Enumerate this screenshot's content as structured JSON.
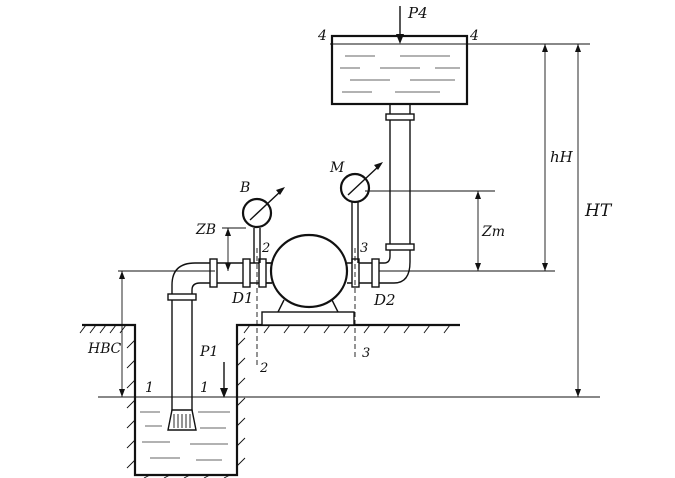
{
  "labels": {
    "p4": "P4",
    "tank_left": "4",
    "tank_right": "4",
    "gauge_b": "B",
    "gauge_m": "M",
    "z_b": "ZB",
    "z_m": "Zm",
    "h_n": "hН",
    "h_t": "HT",
    "h_bs": "HВС",
    "p1": "P1",
    "level_left": "1",
    "level_right": "1",
    "sec2_top": "2",
    "sec2_bottom": "2",
    "sec3_top": "3",
    "sec3_bottom": "3",
    "d1": "D1",
    "d2": "D2"
  },
  "colors": {
    "ink": "#111111",
    "background": "#ffffff"
  }
}
